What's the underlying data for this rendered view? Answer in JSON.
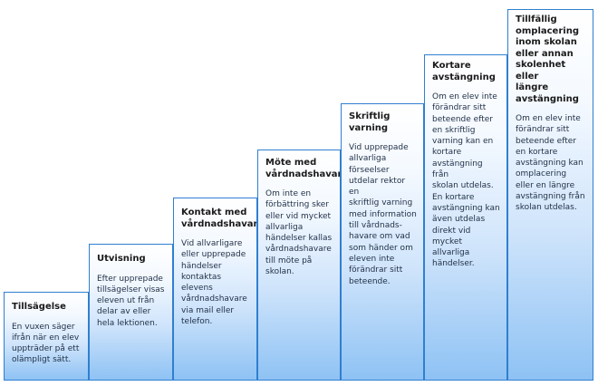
{
  "steps": [
    {
      "title": "Tillsägelse",
      "description": "En vuxen säger\nifrån när en elev\nuppträder på ett\nolämpligt sätt."
    },
    {
      "title": "Utvisning",
      "description": "Efter upprepade\ntillsägelser visas\neleven ut från\ndelar av eller\nhela lektionen."
    },
    {
      "title": "Kontakt med\nvårdnadshavare",
      "description": "Vid allvarligare\neller upprepade\nhändelser\nkontaktas\nelevens\nvårdnadshavare\nvia mail eller\ntelefon."
    },
    {
      "title": "Möte med\nvårdnadshavare",
      "description": "Om inte en\nförbättring sker\neller vid mycket\nallvarliga\nhändelser kallas\nvårdnadshavare\ntill möte på\nskolan."
    },
    {
      "title": "Skriftlig varning",
      "description": "Vid upprepade\nallvarliga\nförseelser\nutdelar rektor en\nskriftlig varning\nmed information\ntill vårdnads-\nhavare om vad\nsom händer om\neleven inte\nförändrar sitt\nbeteende."
    },
    {
      "title": "Kortare\navstängning",
      "description": "Om en elev inte\nförändrar sitt\nbeteende efter\nen skriftlig\nvarning kan en\nkortare\navstängning från\nskolan utdelas.\nEn kortare\navstängning kan\näven utdelas\ndirekt vid\nmycket allvarliga\nhändelser."
    },
    {
      "title": "Tillfällig\nomplacering\ninom skolan\neller annan\nskolenhet eller\nlängre\navstängning",
      "description": "Om en elev inte\nförändrar sitt\nbeteende efter\nen kortare\navstängning kan\nomplacering\neller en längre\navstängning från\nskolan utdelas."
    }
  ],
  "colors": {
    "border": "#2f7fd0",
    "gradient_top": "#ffffff",
    "gradient_bottom": "#8ec2f4",
    "title_text": "#1a1a1a",
    "body_text": "#1f2f46"
  }
}
